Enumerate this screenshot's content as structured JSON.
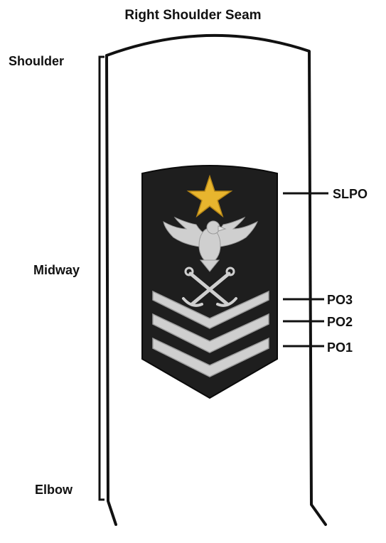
{
  "title": "Right Shoulder Seam",
  "left_labels": {
    "shoulder": "Shoulder",
    "midway": "Midway",
    "elbow": "Elbow"
  },
  "right_labels": {
    "slpo": "SLPO",
    "po3": "PO3",
    "po2": "PO2",
    "po1": "PO1"
  },
  "colors": {
    "patch": "#1e1e1e",
    "star": "#e8b52e",
    "embroidery": "#cfcfcf",
    "outline": "#111111"
  },
  "icons": {
    "star": "star-icon",
    "eagle": "eagle-icon",
    "anchors": "crossed-anchors-icon"
  }
}
